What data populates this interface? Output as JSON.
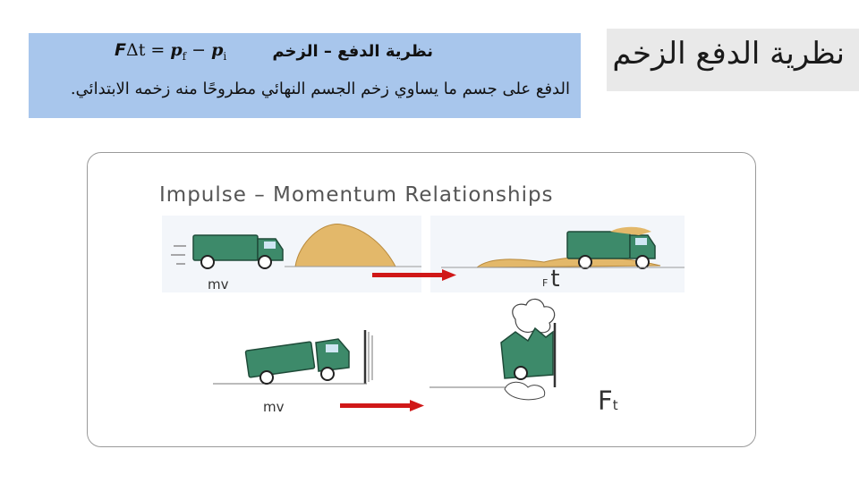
{
  "title": "نظرية الدفع الزخم",
  "definition": {
    "heading": "نظرية الدفع – الزخم",
    "formula": {
      "F": "F",
      "delta_t": "Δt = ",
      "p": "p",
      "sub_f": "f",
      "minus": " − ",
      "sub_i": "i"
    },
    "text": "الدفع على جسم ما يساوي زخم الجسم النهائي مطروحًا منه زخمه الابتدائي."
  },
  "figure": {
    "title": "Impulse – Momentum Relationships",
    "top_mv": "mv",
    "top_ft_small": "F",
    "top_ft_large": "t",
    "bottom_mv": "mv",
    "bottom_ft_large": "F",
    "bottom_ft_small": "t"
  },
  "colors": {
    "title_bg": "#e9e9e9",
    "definition_bg": "#a8c6ec",
    "truck_green": "#3d8a6a",
    "arrow_red": "#d01818",
    "hay": "#e3b86a"
  }
}
